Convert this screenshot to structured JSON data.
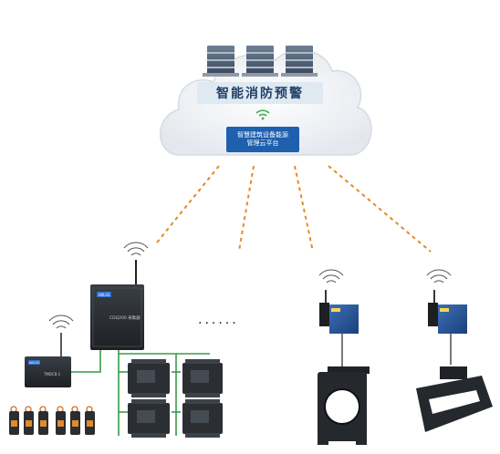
{
  "cloud": {
    "title": "智能消防预警",
    "platform_line1": "智慧建筑设备能源",
    "platform_line2": "管理云平台"
  },
  "gateway_main": {
    "brand": "ABLSS",
    "model": "CDQ200 采集器"
  },
  "gateway_small": {
    "brand": "ABLSS",
    "model": "TMDC8·1"
  },
  "ellipsis": "......",
  "colors": {
    "link_line": "#e58a24",
    "bus_line": "#3a9a4a",
    "cloud_badge": "#1e5fae",
    "device_body": "#2b2f33"
  }
}
